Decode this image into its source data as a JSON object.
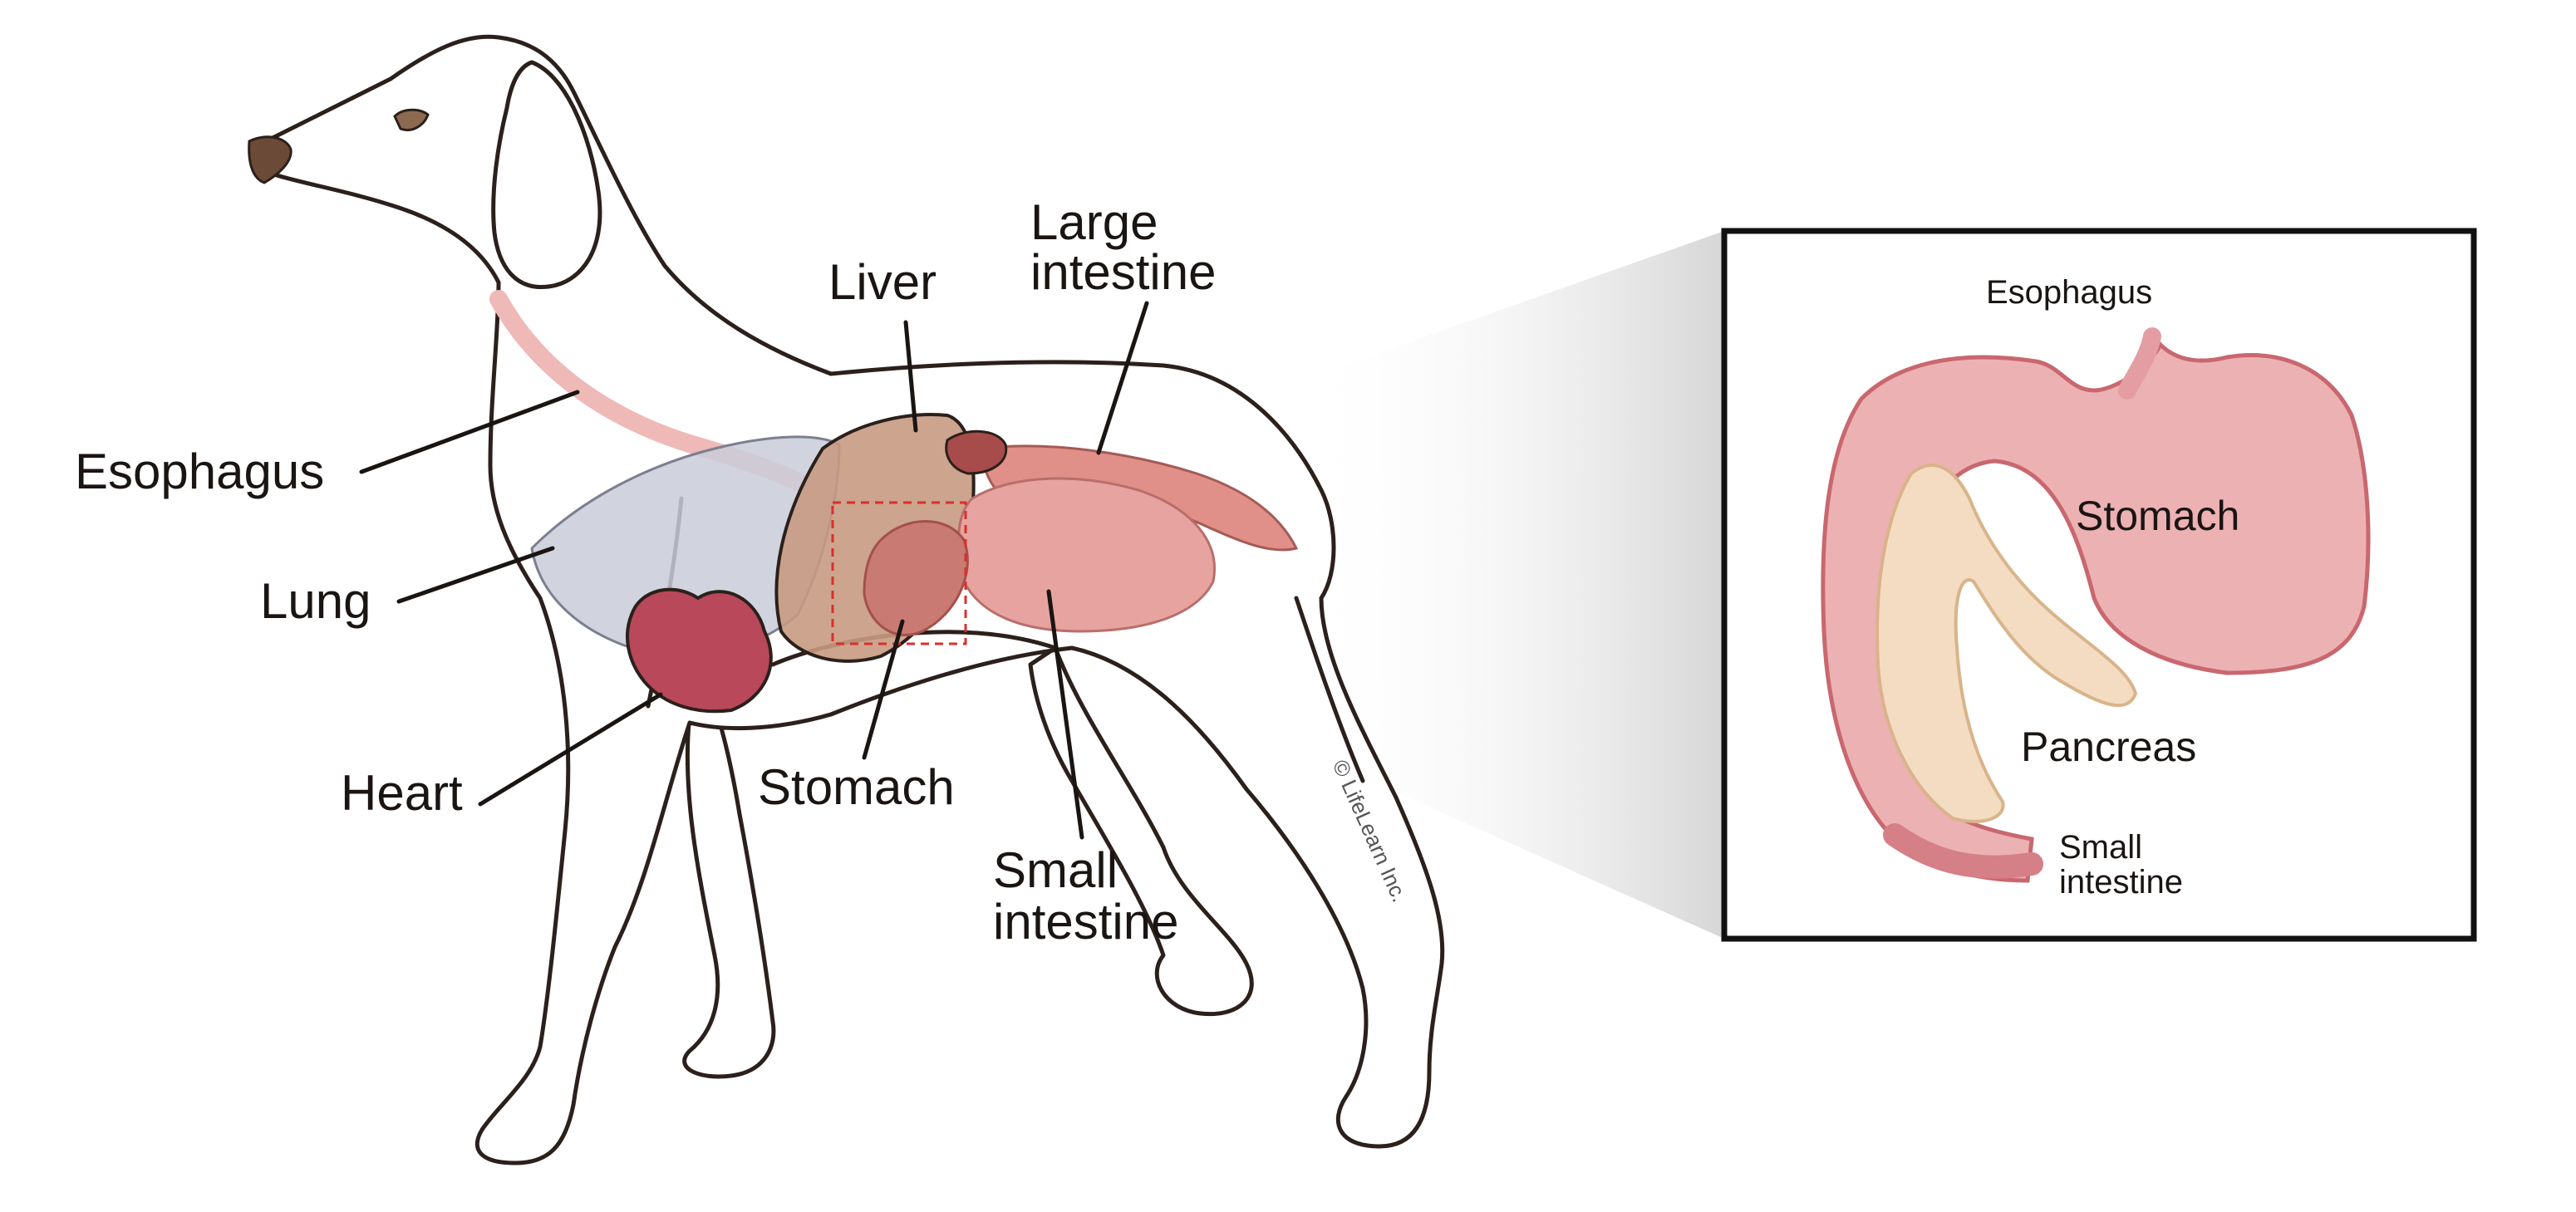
{
  "labels": {
    "esophagus": "Esophagus",
    "lung": "Lung",
    "heart": "Heart",
    "liver": "Liver",
    "stomach": "Stomach",
    "large_intestine_line1": "Large",
    "large_intestine_line2": "intestine",
    "small_intestine_line1": "Small",
    "small_intestine_line2": "intestine"
  },
  "inset": {
    "esophagus": "Esophagus",
    "stomach": "Stomach",
    "pancreas": "Pancreas",
    "small_intestine_line1": "Small",
    "small_intestine_line2": "intestine"
  },
  "copyright": "© LifeLearn Inc.",
  "colors": {
    "outline": "#2b201b",
    "lung": "#c9cdd8",
    "heart": "#b8485a",
    "liver": "#c89a82",
    "stomach": "#c97a72",
    "intestine": "#e6a3a0",
    "esophagus": "#efb9b7",
    "pancreas": "#f4dcc3",
    "inset_stomach": "#ecb1b3",
    "highlight_box": "#d9302c"
  }
}
